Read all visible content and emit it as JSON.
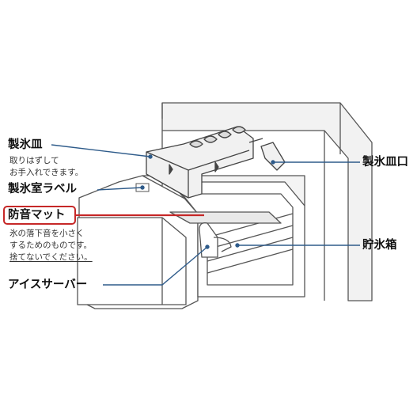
{
  "labels": {
    "ice_tray": "製氷皿",
    "ice_tray_note_1": "取りはずして",
    "ice_tray_note_2": "お手入れできます。",
    "ice_room_label": "製氷室ラベル",
    "soundproof_mat": "防音マット",
    "soundproof_note_1": "氷の落下音を小さく",
    "soundproof_note_2": "するためのものです。",
    "soundproof_note_3": "捨てないでください。",
    "ice_server": "アイスサーバー",
    "ice_tray_mouth": "製氷皿口",
    "ice_storage_box": "貯氷箱"
  },
  "colors": {
    "highlight": "#c62828",
    "leader_line": "#2e5b8a",
    "drawing_line": "#555555",
    "shade": "#e6e6e6"
  }
}
